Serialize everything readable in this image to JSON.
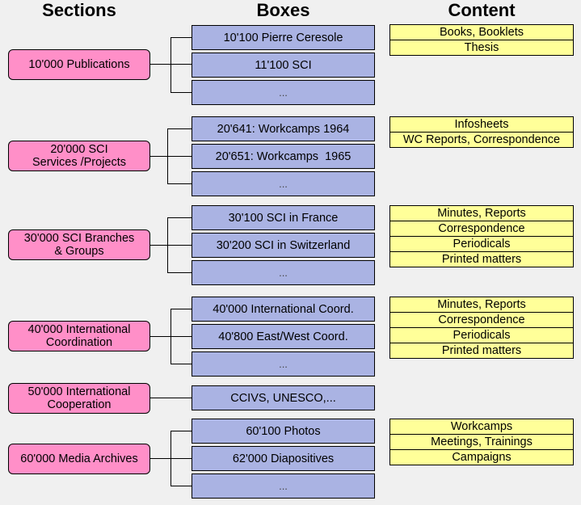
{
  "headers": {
    "sections": "Sections",
    "boxes": "Boxes",
    "content": "Content"
  },
  "groups": [
    {
      "section": "10'000 Publications",
      "boxes": [
        "10'100 Pierre Ceresole",
        "11'100 SCI",
        "..."
      ],
      "content": [
        "Books, Booklets",
        "Thesis"
      ]
    },
    {
      "section": "20'000 SCI\nServices /Projects",
      "boxes": [
        "20'641: Workcamps 1964",
        "20'651: Workcamps  1965",
        "..."
      ],
      "content": [
        "Infosheets",
        "WC Reports, Correspondence"
      ]
    },
    {
      "section": "30'000 SCI Branches\n& Groups",
      "boxes": [
        "30'100 SCI in France",
        "30'200 SCI in Switzerland",
        "..."
      ],
      "content": [
        "Minutes, Reports",
        "Correspondence",
        "Periodicals",
        "Printed matters"
      ]
    },
    {
      "section": "40'000 International\nCoordination",
      "boxes": [
        "40'000 International Coord.",
        "40'800 East/West Coord.",
        "..."
      ],
      "content": [
        "Minutes, Reports",
        "Correspondence",
        "Periodicals",
        "Printed matters"
      ]
    },
    {
      "section": "50'000 International\nCooperation",
      "boxes": [
        "CCIVS, UNESCO,..."
      ],
      "content": []
    },
    {
      "section": "60'000 Media Archives",
      "boxes": [
        "60'100 Photos",
        "62'000 Diapositives",
        "..."
      ],
      "content": [
        "Workcamps",
        "Meetings, Trainings",
        "Campaigns"
      ]
    }
  ],
  "colors": {
    "section_fill": "#ff8fc8",
    "box_fill": "#aab3e3",
    "content_fill": "#ffff99",
    "background": "#f0f0f0"
  }
}
